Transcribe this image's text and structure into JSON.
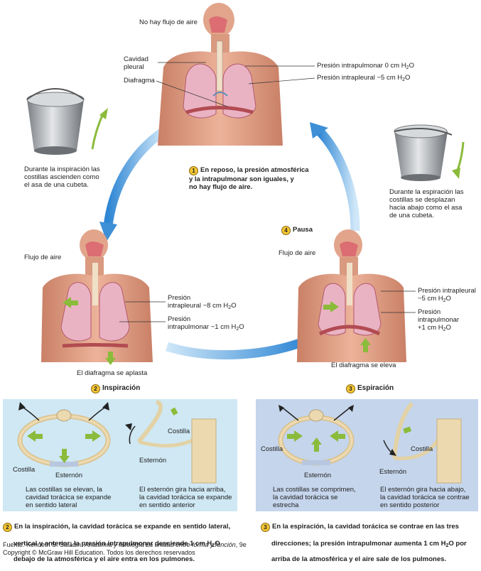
{
  "top": {
    "no_flow": "No hay flujo de aire",
    "cavidad": "Cavidad\npleural",
    "diafragma": "Diafragma",
    "p_intrapulmonar": "Presión intrapulmonar 0 cm H",
    "p_intrapleural": "Presión intrapleural −5 cm H",
    "step_num": "1",
    "caption": "En reposo, la presión atmosférica\ny la intrapulmonar son iguales, y\nno hay flujo de aire."
  },
  "left_bucket": {
    "text": "Durante la inspiración las\ncostillas ascienden como\nel asa de una cubeta."
  },
  "right_bucket": {
    "text": "Durante la espiración las\ncostillas se desplazan\nhacia abajo como el asa\nde una cubeta."
  },
  "pause": {
    "num": "4",
    "label": "Pausa"
  },
  "inspiration": {
    "flow": "Flujo de aire",
    "p_pleural": "Presión\nintrapleural −8 cm H",
    "p_pulmonar": "Presión\nintrapulmonar −1 cm H",
    "diaphragm": "El diafragma se aplasta",
    "num": "2",
    "title": "Inspiración"
  },
  "expiration": {
    "flow": "Flujo de aire",
    "p_pleural": "Presión intrapleural\n−5 cm H",
    "p_pulmonar": "Presión\nintrapulmonar\n+1 cm H",
    "diaphragm": "El diafragma se eleva",
    "num": "3",
    "title": "Espiración"
  },
  "panel_left": {
    "costilla_a": "Costilla",
    "esternon_a": "Esternón",
    "costilla_b": "Costilla",
    "esternon_b": "Esternón",
    "text_a": "Las costillas se elevan, la\ncavidad torácica se expande\nen sentido lateral",
    "text_b": "El esternón gira hacia arriba,\nla cavidad torácica se expande\nen sentido anterior"
  },
  "panel_right": {
    "costilla_a": "Costilla",
    "esternon_a": "Esternón",
    "costilla_b": "Costilla",
    "esternon_b": "Esternón",
    "text_a": "Las costillas se comprimen,\nla cavidad torácica se\nestrecha",
    "text_b": "El esternón gira hacia abajo,\nla cavidad torácica se contrae\nen sentido posterior"
  },
  "summary": {
    "left_num": "2",
    "left_a": "En la inspiración, la cavidad torácica se expande en sentido lateral,",
    "left_b": "vertical y anterior; la presión intrapulmonar desciende 1 cm H",
    "left_c": "debajo de la atmosférica y el aire entra en los pulmones.",
    "right_num": "3",
    "right_a": "En la espiración, la cavidad torácica se contrae en las tres",
    "right_b": "direcciones; la presión intrapulmonar aumenta 1 cm H",
    "right_c": "arriba de la atmosférica y el aire sale de los pulmones."
  },
  "units": {
    "sub2": "2",
    "o": "O",
    "o_by": "O por",
    "o_de": "O de"
  },
  "source": {
    "prefix": "Fuente: Kenneth S. Saladin: ",
    "book": "Anatomía y fisiología La unidad entre forma y función",
    "suffix": ", 9e",
    "copyright": "Copyright © McGraw Hill Education. Todos los derechos reservados"
  },
  "colors": {
    "skin": "#e2a58b",
    "lung": "#eab3c4",
    "arrow_blue": "#3d8fd6",
    "panel_left_bg": "#cfe8f4",
    "panel_right_bg": "#c5d5ec",
    "green": "#8bbb3b",
    "bone": "#ecd9b0"
  }
}
